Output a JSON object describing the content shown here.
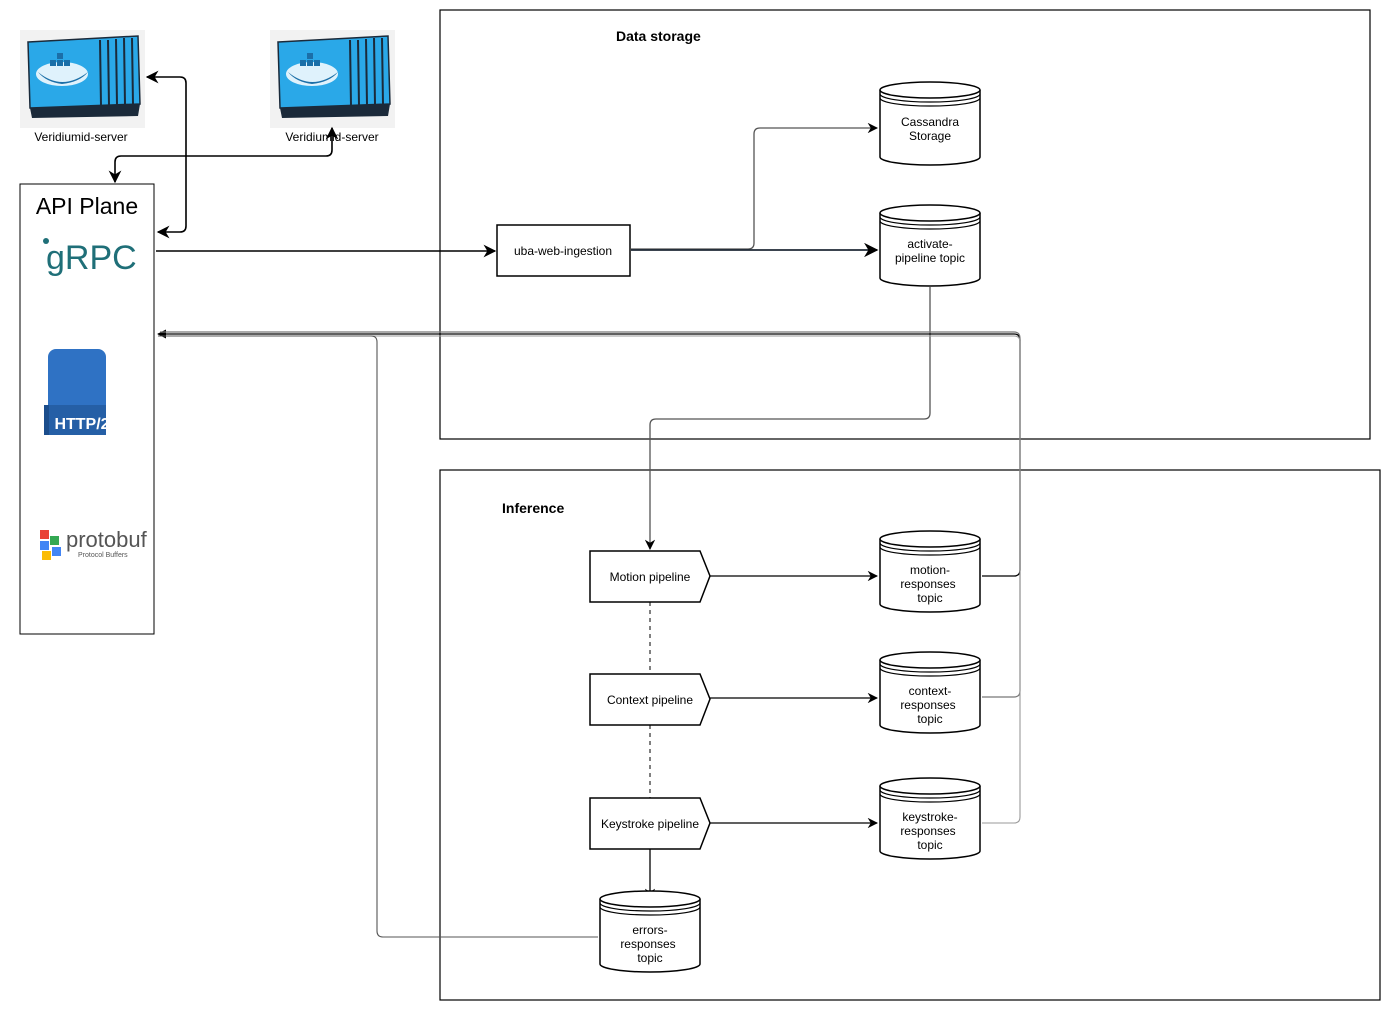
{
  "servers": [
    {
      "label": "Veridiumid-server"
    },
    {
      "label": "Veridiumid-server"
    }
  ],
  "api_plane": {
    "title": "API Plane",
    "grpc_logo": "gRPC",
    "http2_logo": "HTTP/2",
    "protobuf_logo": "protobuf",
    "protobuf_sub": "Protocol Buffers"
  },
  "groups": {
    "data_storage": "Data storage",
    "inference": "Inference"
  },
  "nodes": {
    "ingestion": "uba-web-ingestion",
    "cassandra": [
      "Cassandra",
      "Storage"
    ],
    "activate": [
      "activate-",
      "pipeline topic"
    ],
    "motion_pipeline": "Motion pipeline",
    "context_pipeline": "Context pipeline",
    "keystroke_pipeline": "Keystroke pipeline",
    "motion_topic": [
      "motion-",
      "responses",
      "topic"
    ],
    "context_topic": [
      "context-",
      "responses",
      "topic"
    ],
    "keystroke_topic": [
      "keystroke-",
      "responses",
      "topic"
    ],
    "errors_topic": [
      "errors-",
      "responses",
      "topic"
    ]
  },
  "colors": {
    "container_blue": "#2aa8e8",
    "container_dark": "#1b2a3a",
    "http2_blue": "#2f72c4",
    "grpc_teal": "#1f6f78"
  },
  "icons": {
    "server": "docker-container-icon",
    "http2": "http2-logo-icon",
    "protobuf": "protobuf-logo-icon",
    "grpc": "grpc-logo-icon"
  }
}
